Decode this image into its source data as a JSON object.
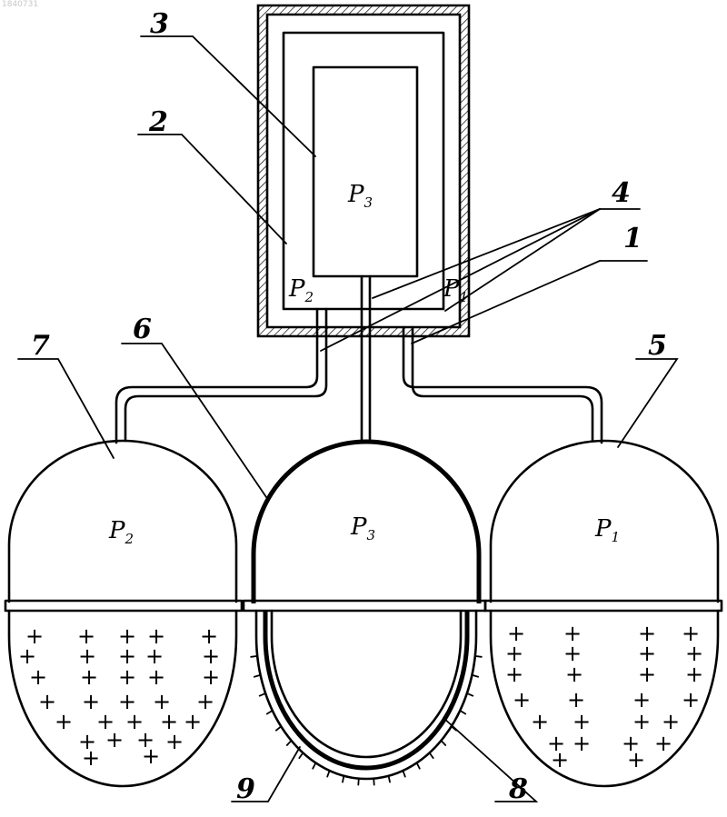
{
  "corner_id": "1840731",
  "callouts": [
    "1",
    "2",
    "3",
    "4",
    "5",
    "6",
    "7",
    "8",
    "9"
  ],
  "pressure_symbol": "P",
  "pressures": {
    "inner_chamber": "3",
    "cavity_left": "2",
    "cavity_right": "1",
    "tank_left": "2",
    "tank_center": "3",
    "tank_right": "1"
  },
  "filler_mark": "+"
}
